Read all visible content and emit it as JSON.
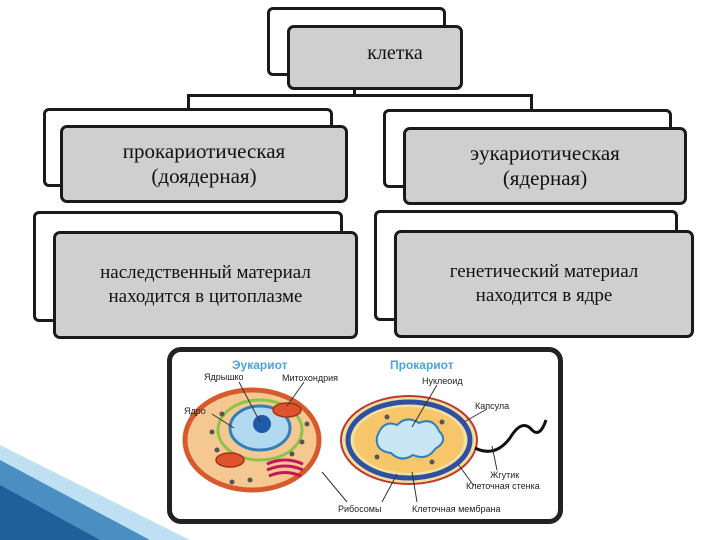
{
  "diagram": {
    "root": "клетка",
    "left_type": "прокариотическая\n(доядерная)",
    "right_type": "эукариотическая\n(ядерная)",
    "left_desc": "наследственный материал\nнаходится в цитоплазме",
    "right_desc": "генетический материал\nнаходится в ядре"
  },
  "illustration": {
    "eukaryote_title": "Эукариот",
    "prokaryote_title": "Прокариот",
    "labels": {
      "nucleolus": "Ядрышко",
      "mitochondria": "Митохондрия",
      "nucleus": "Ядро",
      "nucleoid": "Нуклеоид",
      "capsule": "Капсула",
      "flagellum": "Жгутик",
      "cell_wall": "Клеточная стенка",
      "ribosomes": "Рибосомы",
      "cell_membrane": "Клеточная мембрана"
    },
    "colors": {
      "eukaryote_title": "#4aa3df",
      "prokaryote_title": "#4aa3df"
    }
  }
}
